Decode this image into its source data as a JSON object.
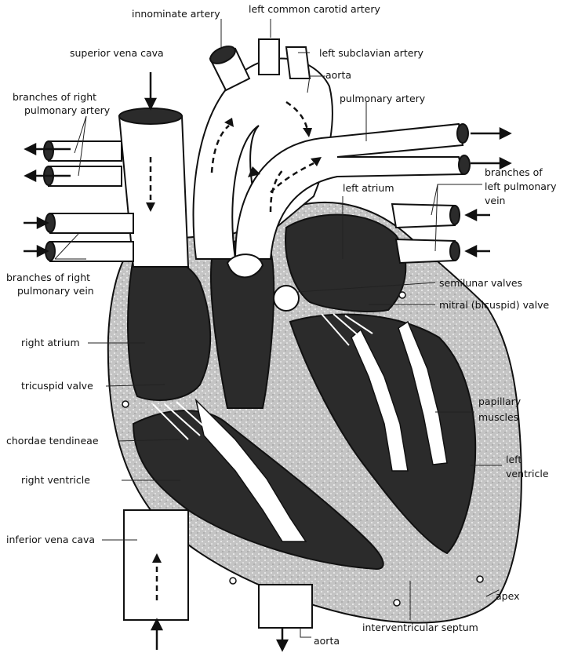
{
  "diagram": {
    "labels": {
      "innominate_artery": "innominate artery",
      "left_common_carotid_artery": "left common carotid artery",
      "superior_vena_cava": "superior vena cava",
      "left_subclavian_artery": "left subclavian artery",
      "aorta_top": "aorta",
      "branches_right_pulmonary_artery_line1": "branches of right",
      "branches_right_pulmonary_artery_line2": "pulmonary artery",
      "pulmonary_artery": "pulmonary artery",
      "branches_left_pulmonary_vein_line1": "branches of",
      "branches_left_pulmonary_vein_line2": "left pulmonary",
      "branches_left_pulmonary_vein_line3": "vein",
      "left_atrium": "left atrium",
      "branches_right_pulmonary_vein_line1": "branches of right",
      "branches_right_pulmonary_vein_line2": "pulmonary vein",
      "semilunar_valves": "semilunar valves",
      "mitral_valve": "mitral (bicuspid) valve",
      "right_atrium": "right atrium",
      "tricuspid_valve": "tricuspid valve",
      "papillary_muscles_line1": "papillary",
      "papillary_muscles_line2": "muscles",
      "chordae_tendineae": "chordae tendineae",
      "left_ventricle_line1": "left",
      "left_ventricle_line2": "ventricle",
      "right_ventricle": "right ventricle",
      "inferior_vena_cava": "inferior vena cava",
      "apex": "apex",
      "interventricular_septum": "interventricular septum",
      "aorta_bottom": "aorta"
    },
    "colors": {
      "chamber_fill": "#2b2b2b",
      "wall_fill": "#c9c9c9",
      "vessel_fill": "#ffffff",
      "outline": "#111111"
    }
  }
}
